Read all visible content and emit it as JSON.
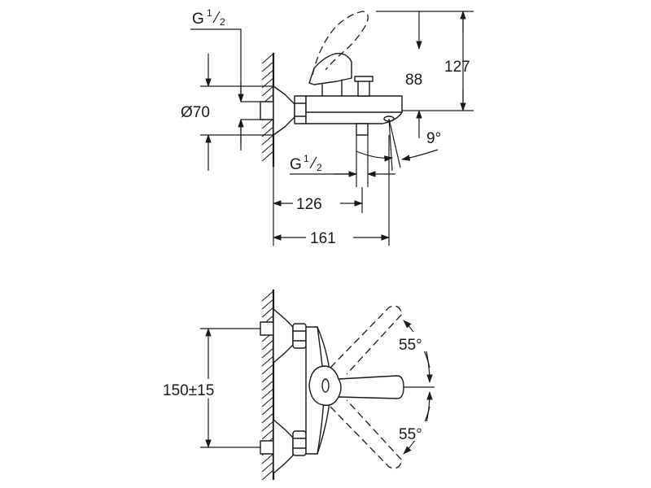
{
  "side_view": {
    "inlet_thread": {
      "main": "G",
      "num": "1",
      "den": "2"
    },
    "diameter": "Ø70",
    "height_127": "127",
    "height_88": "88",
    "angle": "9°",
    "outlet_thread": {
      "main": "G",
      "num": "1",
      "den": "2"
    },
    "dim_126": "126",
    "dim_161": "161"
  },
  "front_view": {
    "centers": "150±15",
    "angle_top": "55°",
    "angle_bottom": "55°"
  }
}
